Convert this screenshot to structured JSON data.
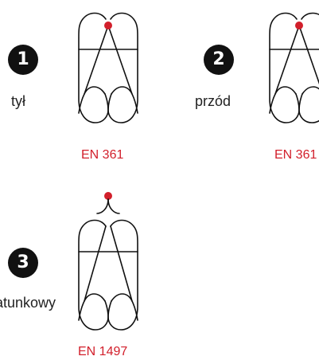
{
  "items": [
    {
      "number": "1",
      "label": "tył",
      "standard": "EN 361"
    },
    {
      "number": "2",
      "label": "przód",
      "standard": "EN 361"
    },
    {
      "number": "3",
      "label": "ratunkowy",
      "standard": "EN 1497"
    }
  ],
  "colors": {
    "badge": "#111111",
    "attachment_point": "#d21f2b",
    "standard_text": "#d21f2b"
  }
}
